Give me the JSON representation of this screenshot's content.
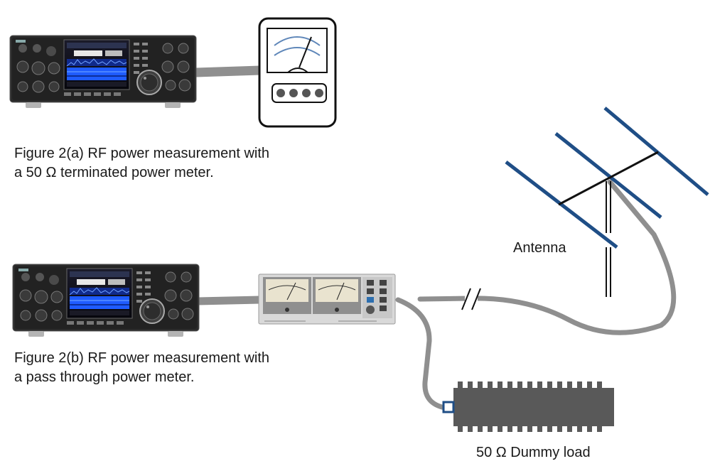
{
  "figure_a": {
    "caption_line1": "Figure 2(a) RF power measurement with",
    "caption_line2": "a 50 Ω terminated power meter."
  },
  "figure_b": {
    "caption_line1": "Figure 2(b) RF power measurement with",
    "caption_line2": "a pass through power meter."
  },
  "labels": {
    "antenna": "Antenna",
    "dummy_load": "50 Ω Dummy load"
  },
  "colors": {
    "cable": "#8f8f8f",
    "antenna_element": "#1f4e86",
    "dummy_load": "#595959",
    "connector": "#1f4e86",
    "spectrum": "#1f5cff"
  },
  "icons": [
    "transceiver-icon",
    "power-meter-icon",
    "swr-wattmeter-icon",
    "yagi-antenna-icon",
    "dummy-load-icon",
    "cable-break-icon"
  ]
}
